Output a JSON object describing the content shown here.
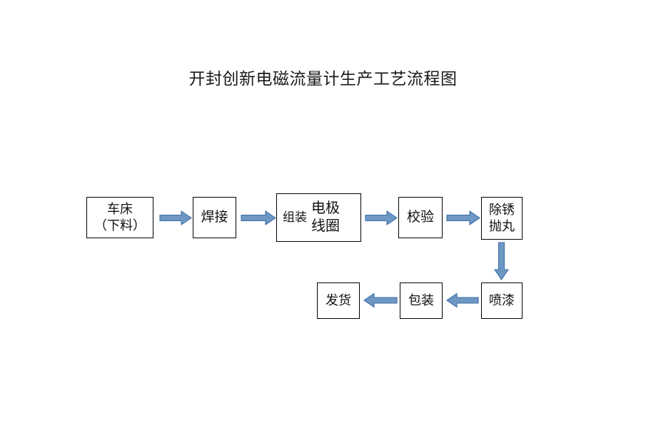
{
  "document": {
    "title": "开封创新电磁流量计生产工艺流程图",
    "background_color": "#ffffff"
  },
  "theme": {
    "box_border_color": "#000000",
    "box_fill_color": "#ffffff",
    "text_color": "#111111",
    "arrow_fill_color": "#6F97C4",
    "arrow_stroke_color": "#3E6FA8"
  },
  "diagram": {
    "type": "flowchart",
    "orientation": "left-to-right then right-to-left",
    "nodes": [
      {
        "id": "lathe",
        "lines": [
          "车床",
          "（下料）"
        ]
      },
      {
        "id": "weld",
        "lines": [
          "焊接"
        ]
      },
      {
        "id": "assemble",
        "lines": [
          "组装"
        ],
        "secondary_lines": [
          "电极",
          "线圈"
        ]
      },
      {
        "id": "calibrate",
        "lines": [
          "校验"
        ]
      },
      {
        "id": "derust",
        "lines": [
          "除锈",
          "抛丸"
        ]
      },
      {
        "id": "paint",
        "lines": [
          "喷漆"
        ]
      },
      {
        "id": "package",
        "lines": [
          "包装"
        ]
      },
      {
        "id": "ship",
        "lines": [
          "发货"
        ]
      }
    ],
    "edges": [
      {
        "id": "e1",
        "from": "lathe",
        "to": "weld",
        "direction": "right"
      },
      {
        "id": "e2",
        "from": "weld",
        "to": "assemble",
        "direction": "right"
      },
      {
        "id": "e3",
        "from": "assemble",
        "to": "calibrate",
        "direction": "right"
      },
      {
        "id": "e4",
        "from": "calibrate",
        "to": "derust",
        "direction": "right"
      },
      {
        "id": "e5",
        "from": "derust",
        "to": "paint",
        "direction": "down"
      },
      {
        "id": "e6",
        "from": "paint",
        "to": "package",
        "direction": "left"
      },
      {
        "id": "e7",
        "from": "package",
        "to": "ship",
        "direction": "left"
      }
    ]
  }
}
